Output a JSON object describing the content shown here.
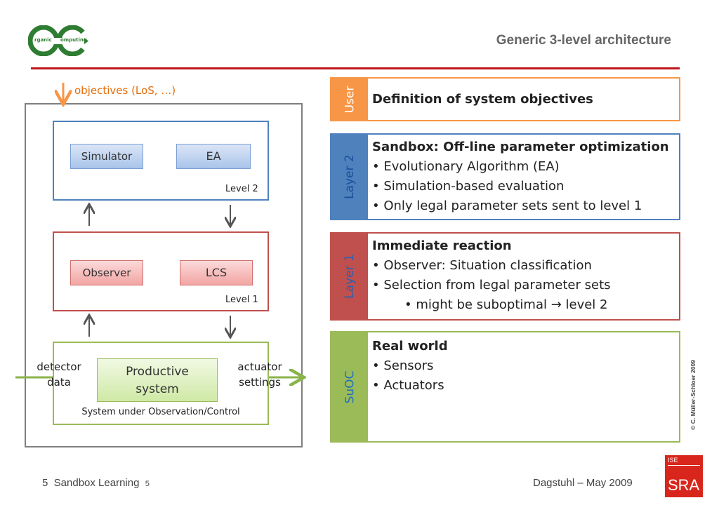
{
  "header": {
    "title": "Generic 3-level architecture",
    "logo_letters": "OC",
    "logo_text_a": "rganic",
    "logo_text_b": "omputing"
  },
  "diagram": {
    "objectives": "objectives (LoS, …)",
    "simulator": "Simulator",
    "ea": "EA",
    "level2": "Level 2",
    "observer": "Observer",
    "lcs": "LCS",
    "level1": "Level 1",
    "productive_line1": "Productive",
    "productive_line2": "system",
    "detector_line1": "detector",
    "detector_line2": "data",
    "actuator_line1": "actuator",
    "actuator_line2": "settings",
    "suoc_label": "System under Observation/Control"
  },
  "panels": {
    "user": {
      "tab": "User",
      "heading": "Definition of system objectives"
    },
    "layer2": {
      "tab": "Layer 2",
      "heading": "Sandbox: Off-line parameter optimization",
      "b1": "• Evolutionary Algorithm (EA)",
      "b2": "• Simulation-based evaluation",
      "b3": "• Only legal parameter sets sent to level 1"
    },
    "layer1": {
      "tab": "Layer 1",
      "heading": "Immediate reaction",
      "b1": "• Observer: Situation classification",
      "b2": "• Selection from legal parameter sets",
      "b3": "• might be suboptimal → level 2"
    },
    "suoc": {
      "tab": "SuOC",
      "heading": "Real world",
      "b1": "• Sensors",
      "b2": "• Actuators"
    }
  },
  "footer": {
    "left": "5  Sandbox Learning",
    "page": "5",
    "right": "Dagstuhl – May 2009",
    "copyright": "© C. Müller-Schloer 2009",
    "sra_top": "ISE",
    "sra_bottom": "SRA"
  },
  "colors": {
    "accent_red": "#c0161d",
    "user_orange": "#f79646",
    "layer2_blue": "#4f81bd",
    "layer1_red": "#c0504d",
    "suoc_green": "#9bbb59"
  }
}
